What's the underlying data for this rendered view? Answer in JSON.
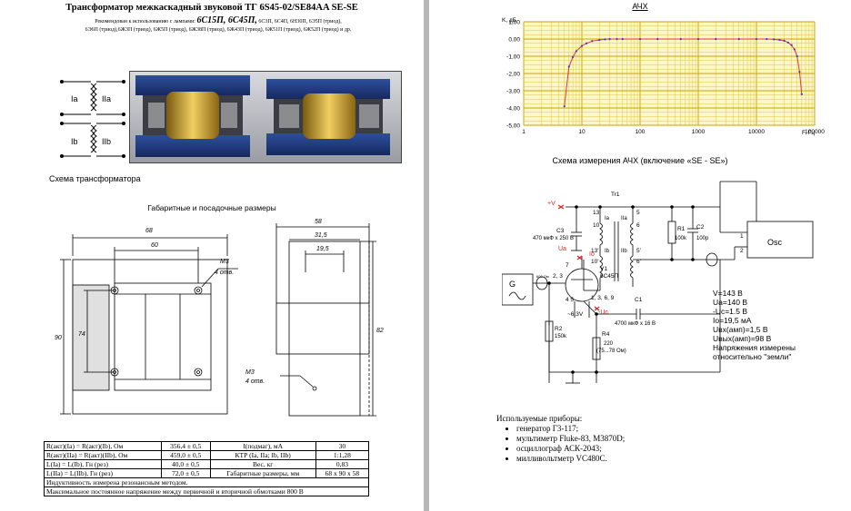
{
  "left_page": {
    "title": "Трансформатор межкаскадный звуковой ТГ 6S45-02/SE84AA SE-SE",
    "rec_prefix": "Рекомендован к использованию с лампами:",
    "rec_main": "6С15П, 6С45П,",
    "rec_rest1": "6С3П, 6С4П, 6Н30П, 6Э5П (триод),",
    "rec_rest2": "6Э6П (триод),6Ж3П (триод), 6Ж5П (триод), 6Ж38П (триод), 6Ж43П (триод), 6Ж51П (триод), 6Ж52П (триод) и др.",
    "schema_caption": "Схема трансформатора",
    "winding_labels": [
      "Ia",
      "IIa",
      "Ib",
      "IIb"
    ],
    "dim_title": "Габаритные и посадочные размеры",
    "dims": {
      "d68": "68",
      "d60": "60",
      "d90": "90",
      "d74": "74",
      "m3": "М3",
      "otv": "4 отв.",
      "d58": "58",
      "d31_5": "31,5",
      "d19_5": "19,5",
      "d82": "82"
    },
    "spec_rows": [
      [
        "R(акт)(Ia) = R(акт)(Ib), Ом",
        "356,4 ± 0,5",
        "I(подмаг), мА",
        "30"
      ],
      [
        "R(акт)(IIa) = R(акт)(IIb), Ом",
        "459,0 ± 0,5",
        "КТР (Ia, IIa; Ib, IIb)",
        "1:1,28"
      ],
      [
        "L(Ia) = L(Ib), Гн (рез)",
        "40,0 ± 0,5",
        "Вес, кг",
        "0,83"
      ],
      [
        "L(IIa) = L(IIb), Гн (рез)",
        "72,0 ± 0,5",
        "Габаритные размеры, мм",
        "68 х 90 х 58"
      ]
    ],
    "spec_note1": "Индуктивность измерена резонансным методом.",
    "spec_note2": "Максимальное постоянное напряжение между первичной и вторичной обмотками 800 В"
  },
  "right_page": {
    "title": "АЧХ",
    "schema_title": "Схема измерения АЧХ (включение «SE - SE»)",
    "meas_notes": [
      "V=143 В",
      "Ua=140 В",
      "-Uc=1.5 В",
      "Io=19,5 мА",
      "Uвх(амп)=1,5 В",
      "Uвых(амп)=98 В",
      "Напряжения измерены",
      "относительно \"земли\""
    ],
    "devices_title": "Используемые приборы:",
    "devices": [
      "генератор  Г3-117;",
      "мультиметр  Fluke-83,  M3870D;",
      "осциллограф  АСК-2043;",
      "милливольтметр VC480C."
    ],
    "circuit": {
      "plus_v": "+V",
      "c3": "C3",
      "c3_val": "470 мкФ х 250 В",
      "tr": "Tr1",
      "pins_top": [
        "13",
        "10",
        "5",
        "6"
      ],
      "pins_bot": [
        "13'",
        "10'",
        "5'",
        "6'"
      ],
      "pins_sides": [
        "Ia",
        "Ib",
        "IIa",
        "IIb"
      ],
      "r1": "R1",
      "r1_val": "100k",
      "c2": "C2",
      "c2_val": "100p",
      "ua": "Ua",
      "io": "Io",
      "v1": "V1",
      "v1_type": "6С45П",
      "v1_pins": "2, 3",
      "v1_pin7": "7",
      "v1_heater": "4   5",
      "v1_heater_v": "~6,3V",
      "v1_cath": "1, 3, 6, 9",
      "minus_uc": "-Uc",
      "c1": "C1",
      "c1_val": "4700 мкФ х 16 В",
      "r2": "R2",
      "r2_val": "150k",
      "r4": "R4",
      "r4_val": "220",
      "r4_note": "(75...78 Ом)",
      "gen": "G",
      "gen_note": "600 Ом",
      "osc": "Osc",
      "osc_in1": "1",
      "osc_in2": "2"
    }
  },
  "chart_data": {
    "type": "line",
    "title": "",
    "ylabel": "K, дБ",
    "xlabel": "F, Гц",
    "xscale": "log",
    "xlim": [
      1,
      100000
    ],
    "ylim": [
      -5,
      1
    ],
    "yticks": [
      "1,00",
      "0,00",
      "-1,00",
      "-2,00",
      "-3,00",
      "-4,00",
      "-5,00"
    ],
    "xticks": [
      "1",
      "10",
      "100",
      "1000",
      "10000",
      "100000"
    ],
    "grid": true,
    "series": [
      {
        "color": "#e03a3a",
        "marker_color": "#3a3acd",
        "x": [
          5,
          6,
          7,
          8,
          10,
          12,
          15,
          20,
          25,
          30,
          40,
          50,
          100,
          200,
          500,
          1000,
          2000,
          5000,
          10000,
          15000,
          20000,
          25000,
          30000,
          35000,
          40000,
          45000,
          50000,
          55000,
          60000
        ],
        "y": [
          -3.9,
          -1.6,
          -1.05,
          -0.7,
          -0.4,
          -0.25,
          -0.12,
          -0.05,
          -0.02,
          0.0,
          0.0,
          0.0,
          0.0,
          0.0,
          0.0,
          0.0,
          0.0,
          0.0,
          0.0,
          0.0,
          -0.02,
          -0.05,
          -0.1,
          -0.2,
          -0.35,
          -0.6,
          -1.0,
          -1.9,
          -3.2
        ]
      }
    ]
  }
}
